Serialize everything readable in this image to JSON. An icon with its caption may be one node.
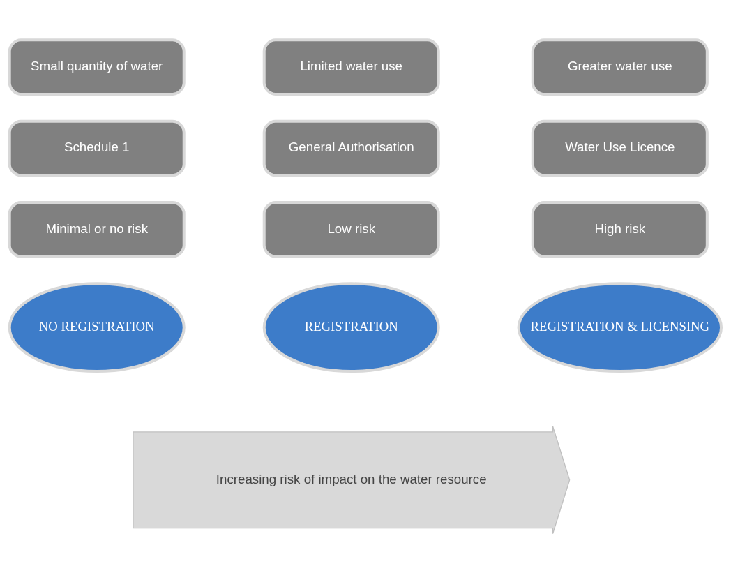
{
  "diagram": {
    "nodes": [
      {
        "text": [
          "Small quantity of water"
        ]
      },
      {
        "text": [
          "Limited water use"
        ]
      },
      {
        "text": [
          "Greater water use"
        ]
      },
      {
        "text": [
          "Schedule 1"
        ]
      },
      {
        "text": [
          "General Authorisation"
        ]
      },
      {
        "text": [
          "Water Use Licence"
        ]
      },
      {
        "text": [
          "Minimal or no risk"
        ]
      },
      {
        "text": [
          "Low risk"
        ]
      },
      {
        "text": [
          "High risk"
        ]
      },
      {
        "text": [
          "NO REGISTRATION"
        ]
      },
      {
        "text": [
          "REGISTRATION"
        ]
      },
      {
        "text": [
          "REGISTRATION & LICENSING"
        ]
      },
      {
        "text": [
          "Increasing risk of impact on the water resource"
        ]
      }
    ]
  }
}
